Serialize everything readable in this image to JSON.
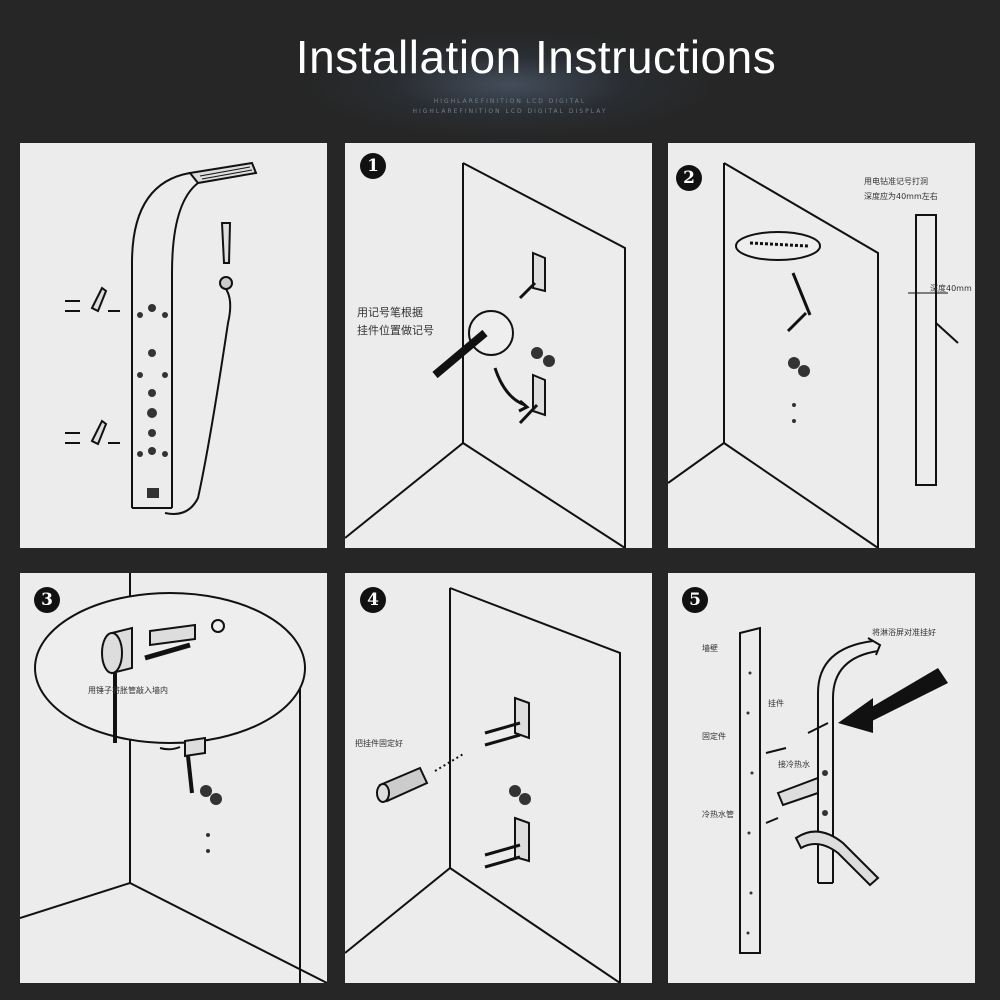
{
  "header": {
    "title": "Installation Instructions",
    "subline1": "HIGHLAREFINITION LCD DIGITAL",
    "subline2": "HIGHLAREFINITION LCD DIGITAL DISPLAY"
  },
  "panels": [
    {
      "id": "overview",
      "step": ""
    },
    {
      "id": "step1",
      "step": "1",
      "notes": [
        "用记号笔根据",
        "挂件位置做记号"
      ]
    },
    {
      "id": "step2",
      "step": "2",
      "notes": [
        "用电钻准记号打洞",
        "深度应为40mm左右",
        "深度40mm"
      ]
    },
    {
      "id": "step3",
      "step": "3",
      "notes": [
        "用锤子将胀管敲入墙内"
      ]
    },
    {
      "id": "step4",
      "step": "4",
      "notes": [
        "把挂件固定好"
      ]
    },
    {
      "id": "step5",
      "step": "5",
      "notes": [
        "将淋浴屏对准挂好",
        "墙壁",
        "挂件",
        "固定件",
        "接冷热水",
        "冷热水管"
      ]
    }
  ],
  "colors": {
    "background": "#262626",
    "panel": "#ececec",
    "ink": "#111111"
  }
}
